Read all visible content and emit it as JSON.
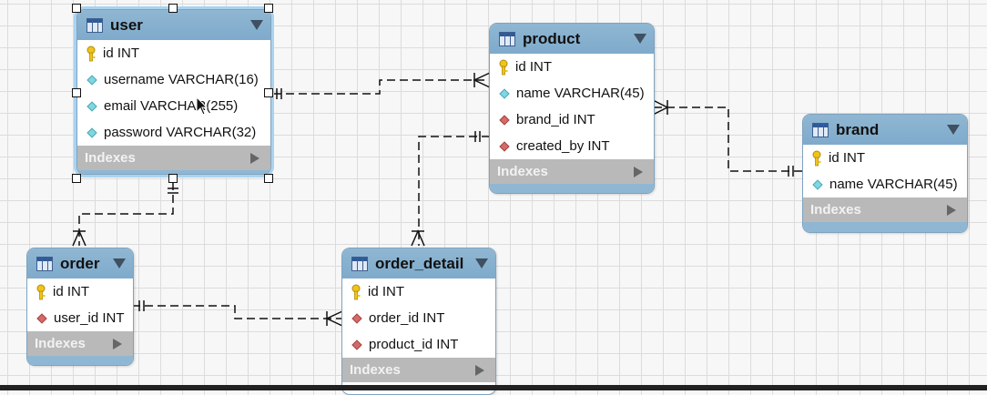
{
  "tables": {
    "user": {
      "name": "user",
      "columns": [
        {
          "text": "id INT",
          "kind": "pk"
        },
        {
          "text": "username VARCHAR(16)",
          "kind": "field"
        },
        {
          "text": "email VARCHAR(255)",
          "kind": "field"
        },
        {
          "text": "password VARCHAR(32)",
          "kind": "field"
        }
      ],
      "indexes_label": "Indexes"
    },
    "product": {
      "name": "product",
      "columns": [
        {
          "text": "id INT",
          "kind": "pk"
        },
        {
          "text": "name VARCHAR(45)",
          "kind": "field"
        },
        {
          "text": "brand_id INT",
          "kind": "fk"
        },
        {
          "text": "created_by INT",
          "kind": "fk"
        }
      ],
      "indexes_label": "Indexes"
    },
    "brand": {
      "name": "brand",
      "columns": [
        {
          "text": "id INT",
          "kind": "pk"
        },
        {
          "text": "name VARCHAR(45)",
          "kind": "field"
        }
      ],
      "indexes_label": "Indexes"
    },
    "order": {
      "name": "order",
      "columns": [
        {
          "text": "id INT",
          "kind": "pk"
        },
        {
          "text": "user_id INT",
          "kind": "fk"
        }
      ],
      "indexes_label": "Indexes"
    },
    "order_detail": {
      "name": "order_detail",
      "columns": [
        {
          "text": "id INT",
          "kind": "pk"
        },
        {
          "text": "order_id INT",
          "kind": "fk"
        },
        {
          "text": "product_id INT",
          "kind": "fk"
        }
      ],
      "indexes_label": "Indexes"
    }
  },
  "relationships": [
    {
      "from": "user",
      "to": "product",
      "from_card": "one",
      "to_card": "many"
    },
    {
      "from": "user",
      "to": "order",
      "from_card": "one",
      "to_card": "many"
    },
    {
      "from": "brand",
      "to": "product",
      "from_card": "one",
      "to_card": "many"
    },
    {
      "from": "product",
      "to": "order_detail",
      "from_card": "one",
      "to_card": "many"
    },
    {
      "from": "order",
      "to": "order_detail",
      "from_card": "one",
      "to_card": "many"
    }
  ],
  "colors": {
    "header": "#8fb7d3",
    "indexes_bar": "#b9b9b9",
    "pk_key": "#f0c419",
    "field_diamond": "#7fd7e0",
    "fk_diamond": "#d46a6a",
    "selection": "#a9d3ef"
  },
  "selected_table": "user"
}
